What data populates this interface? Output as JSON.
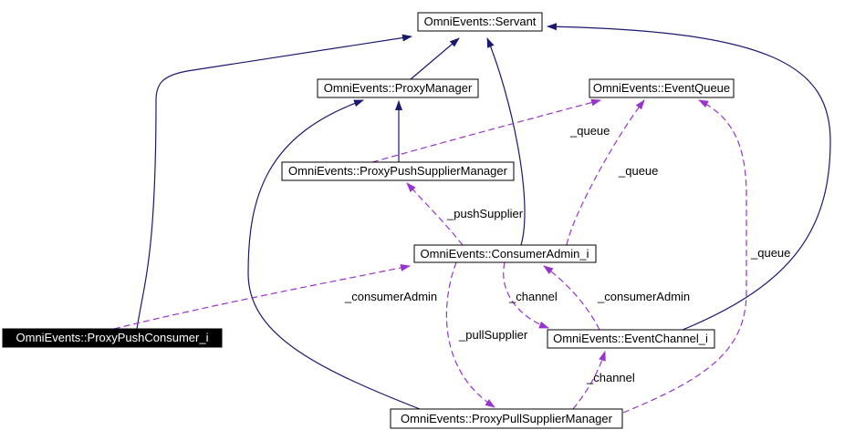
{
  "diagram": {
    "type": "doxygen-collaboration-graph",
    "colors": {
      "background": "#ffffff",
      "inheritance_edge": "#191970",
      "usage_edge": "#9a32cd",
      "node_border": "#000000",
      "node_background": "#ffffff",
      "node_text": "#000000",
      "focus_node_background": "#000000",
      "focus_node_text": "#ffffff",
      "label_text": "#000000"
    },
    "nodes": [
      {
        "id": "servant",
        "label": "OmniEvents::Servant",
        "focus": false
      },
      {
        "id": "proxy-manager",
        "label": "OmniEvents::ProxyManager",
        "focus": false
      },
      {
        "id": "event-queue",
        "label": "OmniEvents::EventQueue",
        "focus": false
      },
      {
        "id": "proxy-push-supplier-manager",
        "label": "OmniEvents::ProxyPushSupplierManager",
        "focus": false
      },
      {
        "id": "consumer-admin",
        "label": "OmniEvents::ConsumerAdmin_i",
        "focus": false
      },
      {
        "id": "proxy-push-consumer",
        "label": "OmniEvents::ProxyPushConsumer_i",
        "focus": true
      },
      {
        "id": "event-channel",
        "label": "OmniEvents::EventChannel_i",
        "focus": false
      },
      {
        "id": "proxy-pull-supplier-manager",
        "label": "OmniEvents::ProxyPullSupplierManager",
        "focus": false
      }
    ],
    "edges": [
      {
        "from": "proxy-push-consumer",
        "to": "servant",
        "type": "inheritance",
        "label": ""
      },
      {
        "from": "proxy-manager",
        "to": "servant",
        "type": "inheritance",
        "label": ""
      },
      {
        "from": "consumer-admin",
        "to": "servant",
        "type": "inheritance",
        "label": ""
      },
      {
        "from": "event-channel",
        "to": "servant",
        "type": "inheritance",
        "label": ""
      },
      {
        "from": "proxy-push-supplier-manager",
        "to": "proxy-manager",
        "type": "inheritance",
        "label": ""
      },
      {
        "from": "proxy-pull-supplier-manager",
        "to": "proxy-manager",
        "type": "inheritance",
        "label": ""
      },
      {
        "from": "proxy-push-consumer",
        "to": "consumer-admin",
        "type": "usage",
        "label": "_consumerAdmin"
      },
      {
        "from": "consumer-admin",
        "to": "proxy-push-supplier-manager",
        "type": "usage",
        "label": "_pushSupplier"
      },
      {
        "from": "proxy-push-supplier-manager",
        "to": "event-queue",
        "type": "usage",
        "label": "_queue"
      },
      {
        "from": "consumer-admin",
        "to": "event-queue",
        "type": "usage",
        "label": "_queue"
      },
      {
        "from": "proxy-pull-supplier-manager",
        "to": "event-queue",
        "type": "usage",
        "label": "_queue"
      },
      {
        "from": "consumer-admin",
        "to": "event-channel",
        "type": "usage",
        "label": "_channel"
      },
      {
        "from": "event-channel",
        "to": "consumer-admin",
        "type": "usage",
        "label": "_consumerAdmin"
      },
      {
        "from": "consumer-admin",
        "to": "proxy-pull-supplier-manager",
        "type": "usage",
        "label": "_pullSupplier"
      },
      {
        "from": "proxy-pull-supplier-manager",
        "to": "event-channel",
        "type": "usage",
        "label": "_channel"
      }
    ]
  }
}
